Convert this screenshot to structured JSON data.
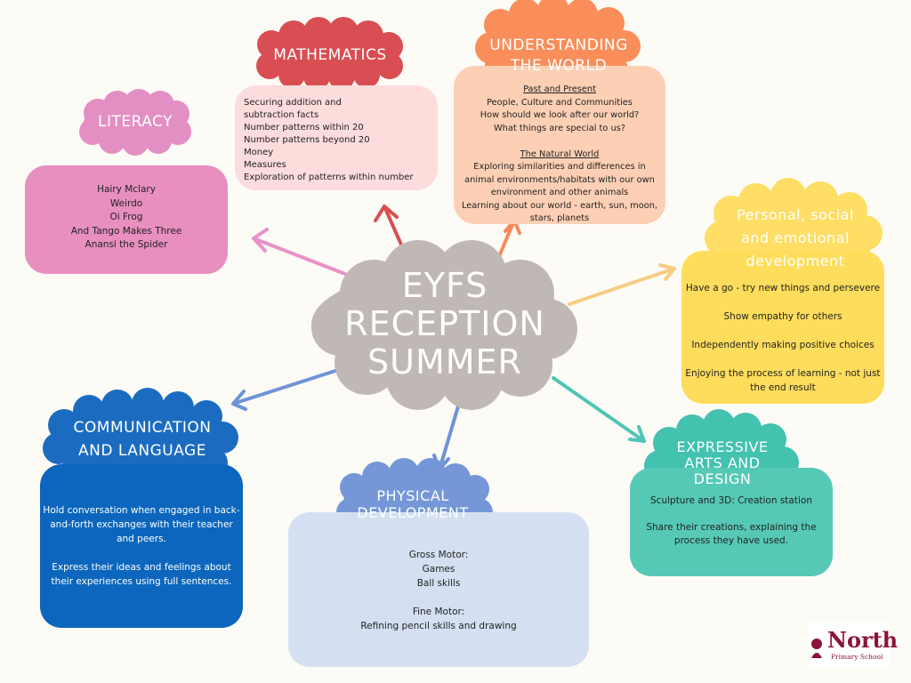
{
  "colors": {
    "background": "#fdfbf6",
    "center": "#bfb8b4",
    "literacy_title": "#e48fc4",
    "literacy_box": "#e88fc0",
    "maths_title": "#d94e52",
    "maths_box": "#fddcdc",
    "world_title": "#fa8e5a",
    "world_box": "#fdd0b5",
    "pse_title": "#fede64",
    "pse_box": "#ffdd5c",
    "arts_title": "#43c2b0",
    "arts_box": "#56c9b6",
    "physical_title": "#7597d8",
    "physical_box": "#d4e0f1",
    "comm_title": "#1b6cc1",
    "comm_box": "#0c66bd",
    "logo": "#8a1538"
  },
  "center": {
    "lines": [
      "EYFS",
      "RECEPTION",
      "SUMMER"
    ]
  },
  "literacy": {
    "title": "LITERACY",
    "items": [
      "Hairy Mclary",
      "Weirdo",
      "Oi Frog",
      "And Tango Makes Three",
      "Anansi the Spider"
    ]
  },
  "mathematics": {
    "title": "MATHEMATICS",
    "items": [
      "Securing addition and",
      "subtraction facts",
      "Number patterns within 20",
      "Number patterns beyond 20",
      "Money",
      "Measures",
      "Exploration of patterns within number"
    ]
  },
  "world": {
    "title_lines": [
      "UNDERSTANDING",
      "THE WORLD"
    ],
    "heading1": "Past and Present",
    "items1": [
      "People, Culture and Communities",
      "How should we look after our world?",
      "What things are special to us?"
    ],
    "heading2": "The Natural World",
    "items2": [
      "Exploring similarities and differences in",
      "animal environments/habitats with our own",
      "environment and other animals",
      "Learning about our world - earth, sun, moon,",
      "stars, planets"
    ]
  },
  "pse": {
    "title_lines": [
      "Personal, social",
      "and emotional",
      "development"
    ],
    "items": [
      "Have a go - try new things and persevere",
      "Show empathy for others",
      "Independently making positive choices",
      "Enjoying the process of learning - not just",
      "the end result"
    ]
  },
  "arts": {
    "title_lines": [
      "EXPRESSIVE",
      "ARTS AND",
      "DESIGN"
    ],
    "items": [
      "Sculpture and 3D: Creation station",
      "Share their creations, explaining the",
      "process they have used."
    ]
  },
  "physical": {
    "title_lines": [
      "PHYSICAL",
      "DEVELOPMENT"
    ],
    "items": [
      "Gross Motor:",
      "Games",
      "Ball skills",
      "Fine Motor:",
      "Refining pencil skills and drawing"
    ]
  },
  "communication": {
    "title_lines": [
      "COMMUNICATION",
      "AND LANGUAGE"
    ],
    "items": [
      "Hold conversation when engaged in back-",
      "and-forth exchanges with their teacher",
      "and peers.",
      "Express their ideas and feelings about",
      "their experiences using full sentences."
    ]
  },
  "logo": {
    "name": "North",
    "subtitle": "Primary School"
  }
}
